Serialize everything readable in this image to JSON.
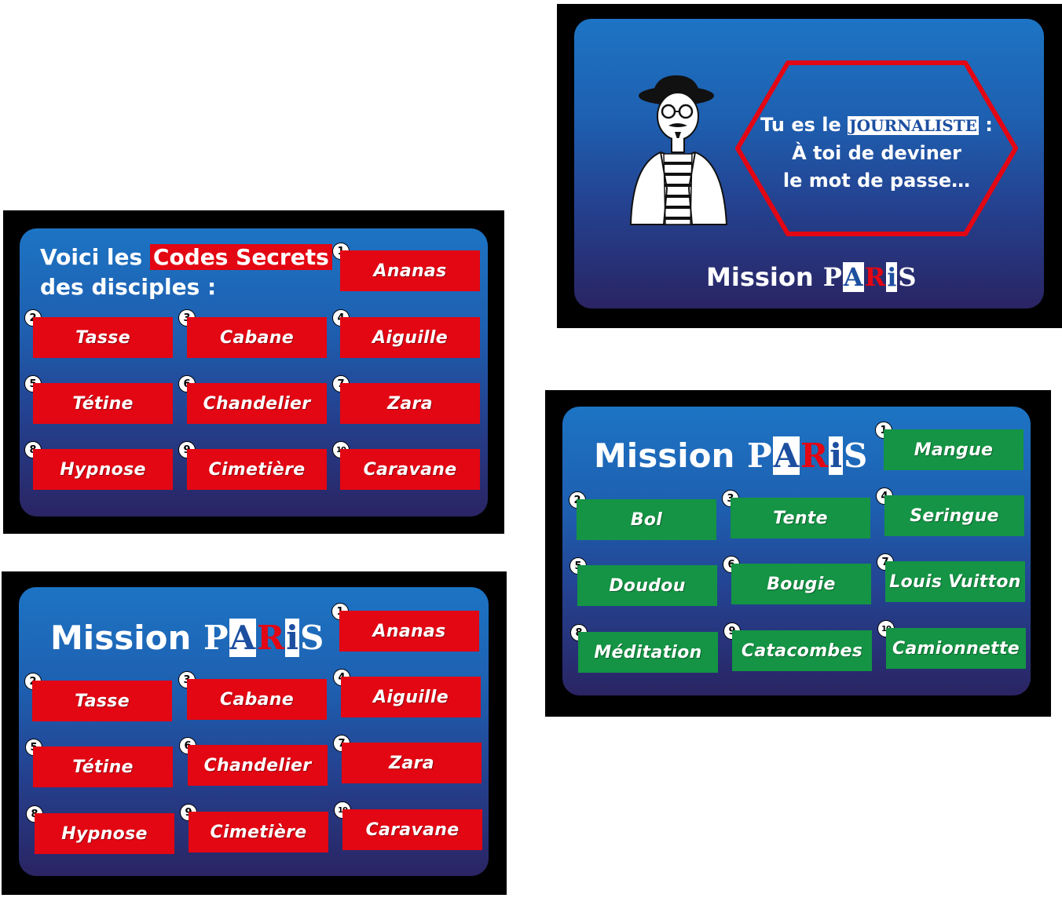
{
  "card_codes_top": {
    "heading_line1_prefix": "Voici les ",
    "heading_highlight": "Codes Secrets",
    "heading_line2": "des disciples :",
    "tiles": [
      {
        "n": "1",
        "word": "Ananas"
      },
      {
        "n": "2",
        "word": "Tasse"
      },
      {
        "n": "3",
        "word": "Cabane"
      },
      {
        "n": "4",
        "word": "Aiguille"
      },
      {
        "n": "5",
        "word": "Tétine"
      },
      {
        "n": "6",
        "word": "Chandelier"
      },
      {
        "n": "7",
        "word": "Zara"
      },
      {
        "n": "8",
        "word": "Hypnose"
      },
      {
        "n": "9",
        "word": "Cimetière"
      },
      {
        "n": "10",
        "word": "Caravane"
      }
    ]
  },
  "card_codes_bottom": {
    "mission_word": "Mission",
    "paris_letters": [
      "P",
      "A",
      "R",
      "i",
      "S"
    ],
    "tiles": [
      {
        "n": "1",
        "word": "Ananas"
      },
      {
        "n": "2",
        "word": "Tasse"
      },
      {
        "n": "3",
        "word": "Cabane"
      },
      {
        "n": "4",
        "word": "Aiguille"
      },
      {
        "n": "5",
        "word": "Tétine"
      },
      {
        "n": "6",
        "word": "Chandelier"
      },
      {
        "n": "7",
        "word": "Zara"
      },
      {
        "n": "8",
        "word": "Hypnose"
      },
      {
        "n": "9",
        "word": "Cimetière"
      },
      {
        "n": "10",
        "word": "Caravane"
      }
    ]
  },
  "card_journalist": {
    "line1_prefix": "Tu es le ",
    "line1_role": "JOURNALISTE",
    "line1_suffix": " :",
    "line2": "À toi de deviner",
    "line3": "le mot de passe…",
    "mission_word": "Mission",
    "paris_letters": [
      "P",
      "A",
      "R",
      "i",
      "S"
    ]
  },
  "card_codes_green": {
    "mission_word": "Mission",
    "paris_letters": [
      "P",
      "A",
      "R",
      "i",
      "S"
    ],
    "tiles": [
      {
        "n": "1",
        "word": "Mangue"
      },
      {
        "n": "2",
        "word": "Bol"
      },
      {
        "n": "3",
        "word": "Tente"
      },
      {
        "n": "4",
        "word": "Seringue"
      },
      {
        "n": "5",
        "word": "Doudou"
      },
      {
        "n": "6",
        "word": "Bougie"
      },
      {
        "n": "7",
        "word": "Louis Vuitton"
      },
      {
        "n": "8",
        "word": "Méditation"
      },
      {
        "n": "9",
        "word": "Catacombes"
      },
      {
        "n": "10",
        "word": "Camionnette"
      }
    ]
  },
  "colors": {
    "frame": "#000000",
    "card_top": "#1d74c4",
    "card_bottom": "#2a2463",
    "tile_red": "#e30613",
    "tile_green": "#149444",
    "hexagon_stroke": "#e30613"
  }
}
